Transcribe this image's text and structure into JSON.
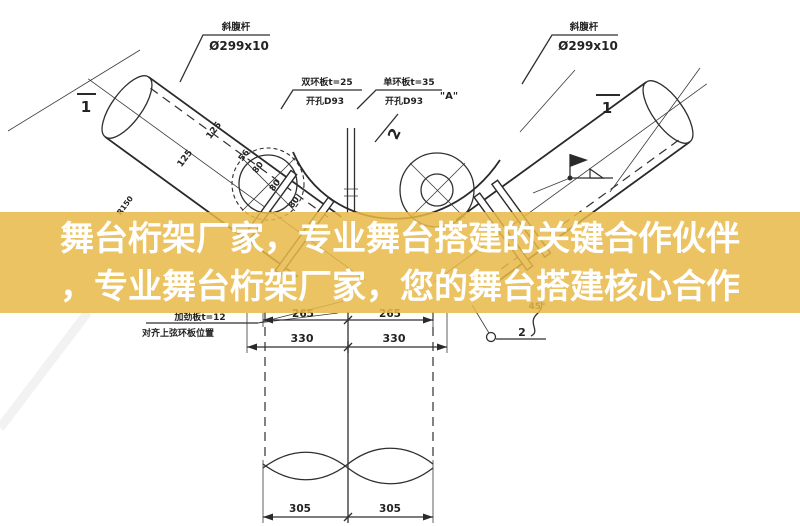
{
  "banner": {
    "line1": "舞台桁架厂家，专业舞台搭建的关键合作伙伴",
    "line2": "，专业舞台桁架厂家，您的舞台搭建核心合作",
    "bg_color": "#e7b946",
    "text_color": "#ffffff"
  },
  "drawing": {
    "callouts": {
      "left_pipe": {
        "title": "斜腹杆",
        "spec": "Ø299x10"
      },
      "right_pipe": {
        "title": "斜腹杆",
        "spec": "Ø299x10"
      },
      "double_ring_plate": {
        "title": "双环板t=25",
        "spec": "开孔D93"
      },
      "single_ring_plate": {
        "title": "单环板t=35",
        "spec": "开孔D93",
        "detail_ref": "\"A\""
      },
      "stiffener": {
        "title": "加劲板t=12",
        "note": "对齐上弦环板位置"
      }
    },
    "section_markers": {
      "left": "1",
      "right": "1",
      "middle": "2"
    },
    "weld": {
      "number": "2",
      "bevel_angle": "45°"
    },
    "dims": {
      "pipe_125a": "125",
      "pipe_125b": "125",
      "pipe_56": "56",
      "pipe_80a": "80",
      "pipe_80b": "80",
      "pipe_80c": "80",
      "radius": "R150",
      "ring_265a": "265",
      "ring_265b": "265",
      "plate_330a": "330",
      "plate_330b": "330",
      "column_305a": "305",
      "column_305b": "305"
    }
  }
}
